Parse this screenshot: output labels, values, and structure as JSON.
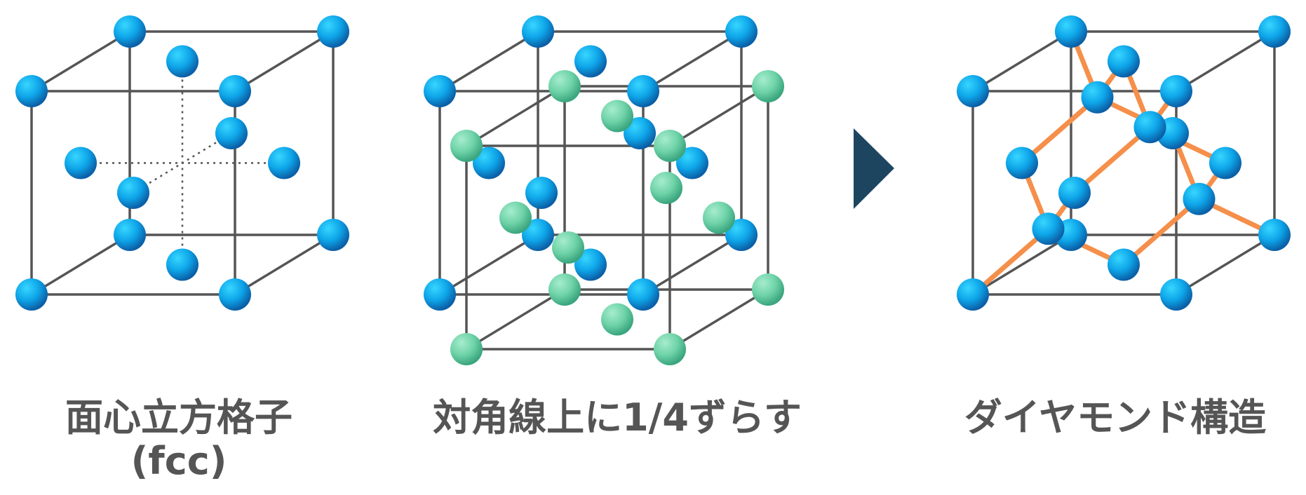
{
  "colors": {
    "edge": "#555555",
    "atom_blue": "#0ea5e9",
    "atom_blue_dark": "#0b5fa6",
    "atom_green": "#6fd3a8",
    "atom_green_dark": "#3aa57e",
    "bond": "#f58f4a",
    "arrow": "#1e4560",
    "caption": "#555555"
  },
  "icons": {
    "arrow": "right-triangle-arrow"
  },
  "panels": {
    "fcc": {
      "caption_line1": "面心立方格子",
      "caption_line2": "(fcc)"
    },
    "shift": {
      "caption": "対角線上に1/4ずらす"
    },
    "diamond": {
      "caption": "ダイヤモンド構造"
    }
  }
}
